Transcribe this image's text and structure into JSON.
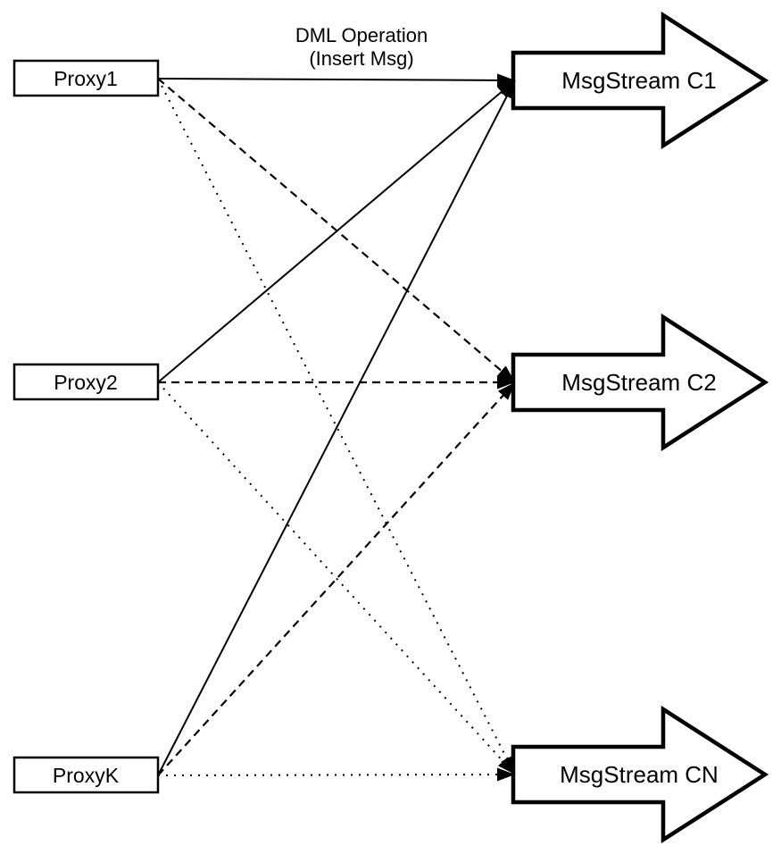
{
  "diagram": {
    "background_color": "#ffffff",
    "ink_color": "#000000",
    "caption": {
      "line1": "DML Operation",
      "line2": "(Insert Msg)"
    },
    "proxies": [
      {
        "label": "Proxy1"
      },
      {
        "label": "Proxy2"
      },
      {
        "label": "ProxyK"
      }
    ],
    "streams": [
      {
        "label": "MsgStream C1"
      },
      {
        "label": "MsgStream C2"
      },
      {
        "label": "MsgStream CN"
      }
    ],
    "edges": [
      {
        "from": "Proxy1",
        "to": "MsgStream C1",
        "style": "solid"
      },
      {
        "from": "Proxy1",
        "to": "MsgStream C2",
        "style": "dashed"
      },
      {
        "from": "Proxy1",
        "to": "MsgStream CN",
        "style": "dotted"
      },
      {
        "from": "Proxy2",
        "to": "MsgStream C1",
        "style": "solid"
      },
      {
        "from": "Proxy2",
        "to": "MsgStream C2",
        "style": "dashed"
      },
      {
        "from": "Proxy2",
        "to": "MsgStream CN",
        "style": "dotted"
      },
      {
        "from": "ProxyK",
        "to": "MsgStream C1",
        "style": "solid"
      },
      {
        "from": "ProxyK",
        "to": "MsgStream C2",
        "style": "dashed"
      },
      {
        "from": "ProxyK",
        "to": "MsgStream CN",
        "style": "dotted"
      }
    ]
  }
}
